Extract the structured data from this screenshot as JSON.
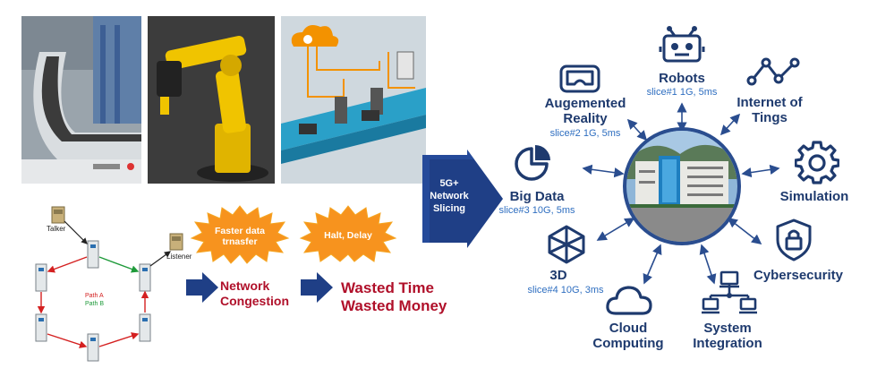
{
  "left": {
    "net_labels": {
      "talker": "Talker",
      "listener": "Listener",
      "path_a": "Path A",
      "path_b": "Path B"
    },
    "bursts": [
      {
        "text_line1": "Faster data",
        "text_line2": "trnasfer"
      },
      {
        "text_line1": "Halt, Delay",
        "text_line2": ""
      }
    ],
    "outcomes": {
      "first_line1": "Network",
      "first_line2": "Congestion",
      "second_line1": "Wasted Time",
      "second_line2": "Wasted Money"
    }
  },
  "center_arrow": {
    "line1": "5G+",
    "line2": "Network",
    "line3": "Slicing"
  },
  "nodes": {
    "robots": {
      "label": "Robots",
      "sub": "slice#1 1G, 5ms"
    },
    "ar": {
      "label_line1": "Augemented",
      "label_line2": "Reality",
      "sub": "slice#2 1G, 5ms"
    },
    "iot": {
      "label_line1": "Internet of",
      "label_line2": "Tings"
    },
    "bigdata": {
      "label": "Big Data",
      "sub": "slice#3 10G, 5ms"
    },
    "simulation": {
      "label": "Simulation"
    },
    "threed": {
      "label": "3D",
      "sub": "slice#4 10G, 3ms"
    },
    "cyber": {
      "label": "Cybersecurity"
    },
    "cloud": {
      "label_line1": "Cloud",
      "label_line2": "Computing"
    },
    "sysint": {
      "label_line1": "System",
      "label_line2": "Integration"
    }
  },
  "colors": {
    "navy": "#1e3a6e",
    "slice_blue": "#2e6ec0",
    "red": "#b0102a",
    "orange": "#f39200"
  },
  "icons": [
    "robot-icon",
    "ar-headset-icon",
    "network-nodes-icon",
    "pie-chart-icon",
    "gear-icon",
    "cube-icon",
    "shield-lock-icon",
    "cloud-icon",
    "network-computers-icon"
  ]
}
